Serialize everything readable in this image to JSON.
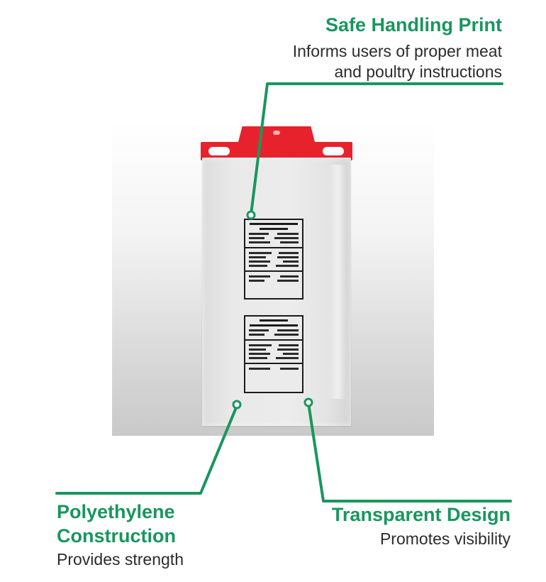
{
  "callouts": {
    "safe_handling": {
      "title": "Safe Handling Print",
      "line1": "Informs users of proper meat",
      "line2": "and poultry instructions"
    },
    "polyethylene": {
      "title_line1": "Polyethylene",
      "title_line2": "Construction",
      "description": "Provides strength"
    },
    "transparent": {
      "title": "Transparent Design",
      "description": "Promotes visibility"
    }
  },
  "colors": {
    "accent_green": "#19965e",
    "bag_header_red": "#e8222c",
    "text_dark": "#2b2b2b"
  }
}
